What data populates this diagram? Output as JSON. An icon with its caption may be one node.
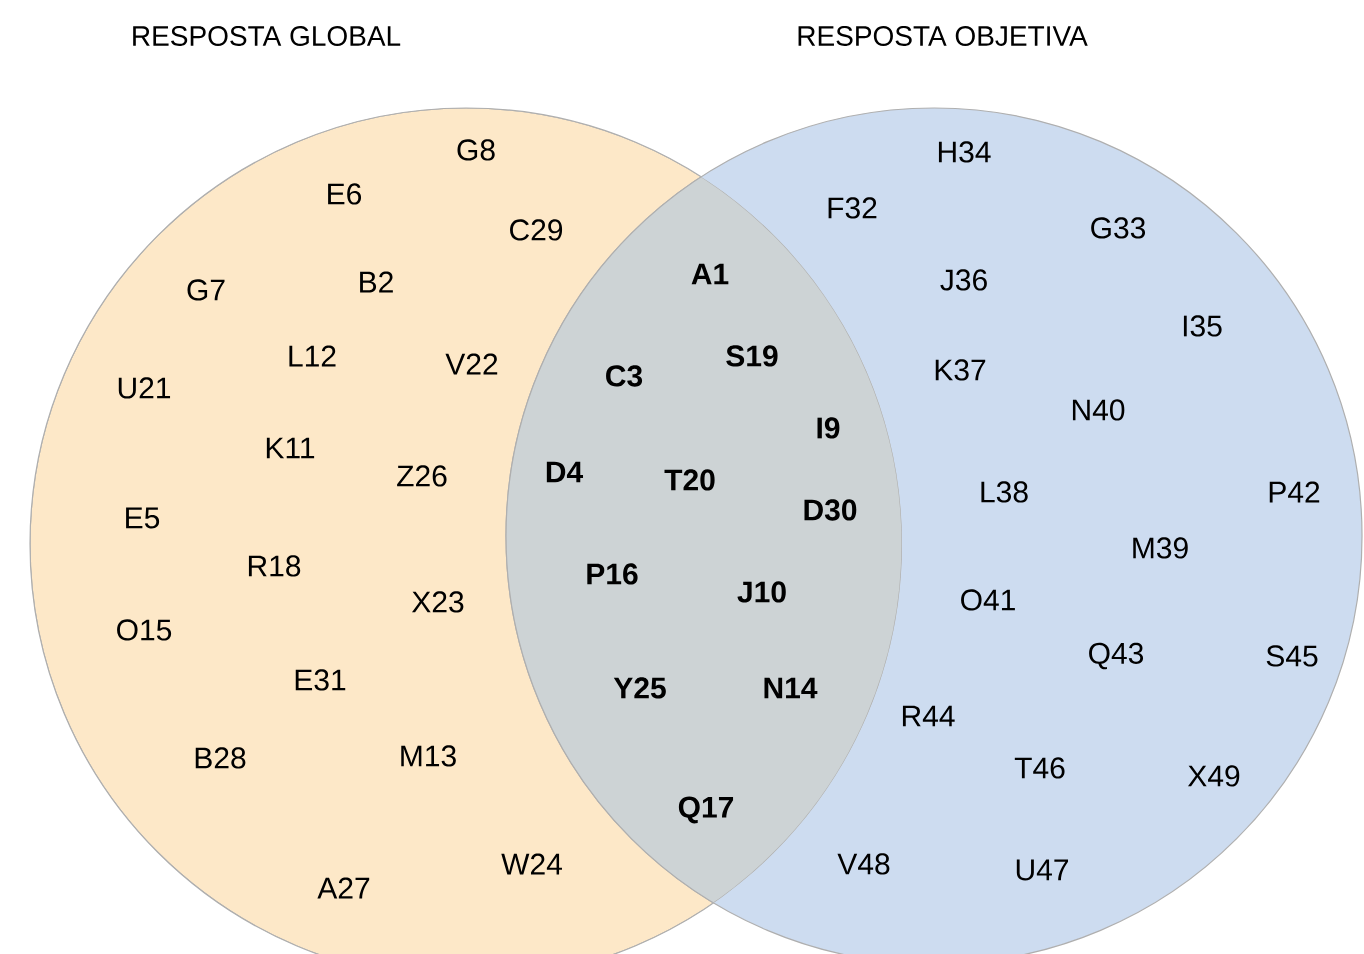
{
  "diagram": {
    "nodes": [
      {
        "text": [
          "RESPOSTA GLOBAL"
        ]
      },
      {
        "text": [
          "RESPOSTA OBJETIVA"
        ]
      }
    ],
    "labels": [
      "G8",
      "E6",
      "C29",
      "G7",
      "B2",
      "L12",
      "V22",
      "U21",
      "K11",
      "Z26",
      "E5",
      "R18",
      "X23",
      "O15",
      "E31",
      "B28",
      "M13",
      "W24",
      "A27",
      "A1",
      "S19",
      "C3",
      "I9",
      "D4",
      "T20",
      "D30",
      "P16",
      "J10",
      "Y25",
      "N14",
      "Q17",
      "H34",
      "F32",
      "G33",
      "J36",
      "I35",
      "K37",
      "N40",
      "L38",
      "P42",
      "M39",
      "O41",
      "Q43",
      "S45",
      "R44",
      "T46",
      "X49",
      "V48",
      "U47"
    ]
  }
}
